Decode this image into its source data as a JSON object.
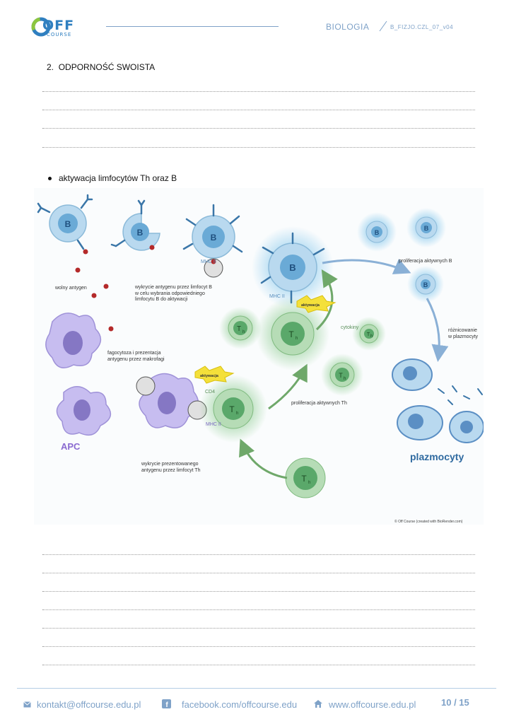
{
  "header": {
    "logo_main": "OFF",
    "logo_sub": "COURSE",
    "subject": "BIOLOGIA",
    "code": "B_FIZJO.CZL_07_v04"
  },
  "section": {
    "number": "2.",
    "title": "ODPORNOŚĆ SWOISTA"
  },
  "bullet": "aktywacja limfocytów Th oraz B",
  "figure": {
    "cell_b": "B",
    "cell_th": "T",
    "cell_th_sub": "h",
    "mhc": "MHC II",
    "cd4": "CD4",
    "aktywacja": "aktywacja",
    "wolny_antygen": "wolny antygen",
    "wykrycie_b": [
      "wykrycie antygenu przez limfocyt B",
      "w celu wybrania odpowiedniego",
      "limfocytu B do aktywacji"
    ],
    "fagocytoza": [
      "fagocytoza i prezentacja",
      "antygenu przez makrofagi"
    ],
    "wykrycie_th": [
      "wykrycie prezentowanego",
      "antygenu przez limfocyt Th"
    ],
    "cytokiny": "cytokiny",
    "prolif_b": "proliferacja aktywnych B",
    "prolif_th": "proliferacja aktywnych Th",
    "roznicowanie": [
      "różnicowanie",
      "w plazmocyty"
    ],
    "apc": "APC",
    "plazmocyty": "plazmocyty",
    "credit": "© Off Course (created with BioRender.com)"
  },
  "footer": {
    "email": "kontakt@offcourse.edu.pl",
    "facebook": "facebook.com/offcourse.edu",
    "website": "www.offcourse.edu.pl",
    "page": "10 / 15"
  },
  "colors": {
    "accent_blue": "#7fa2c8",
    "b_cell": "#6aaad6",
    "th_cell": "#5aa86a",
    "apc": "#a79ad8",
    "plasma": "#5b8fc4"
  }
}
